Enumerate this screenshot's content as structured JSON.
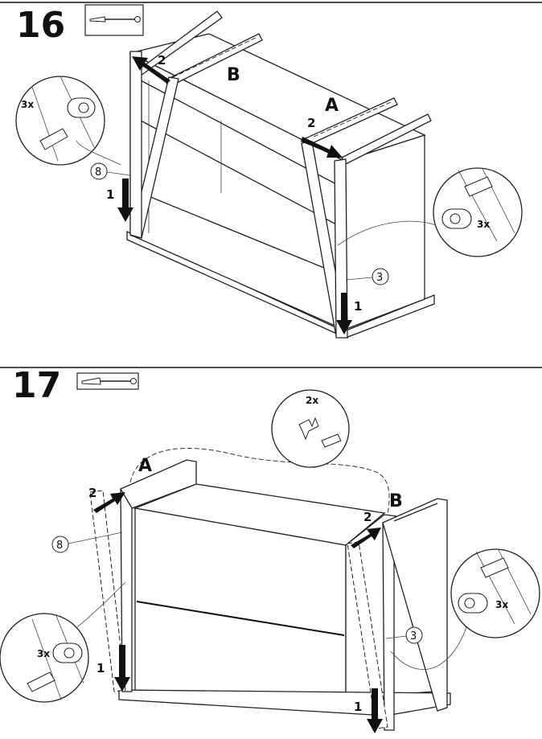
{
  "step16": {
    "number": "16",
    "label_a": "A",
    "label_b": "B",
    "arrow_2_left": "2",
    "arrow_2_right": "2",
    "arrow_1_left": "1",
    "arrow_1_right": "1",
    "callout_8": "8",
    "callout_3": "3",
    "qty_left": "3x",
    "qty_right": "3x"
  },
  "step17": {
    "number": "17",
    "label_a": "A",
    "label_b": "B",
    "arrow_2_left": "2",
    "arrow_2_right": "2",
    "arrow_1_left": "1",
    "arrow_1_right": "1",
    "callout_8": "8",
    "callout_3": "3",
    "qty_top": "2x",
    "qty_left": "3x",
    "qty_right": "3x"
  },
  "icons": [
    "screwdriver-icon",
    "screw-icon",
    "cam-lock-icon",
    "dowel-icon"
  ]
}
